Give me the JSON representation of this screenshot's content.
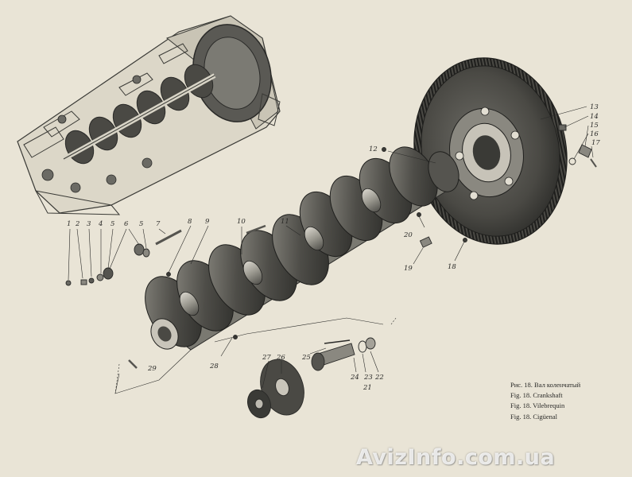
{
  "captions": {
    "ru": "Рис. 18. Вал коленчатый",
    "en": "Fig. 18. Crankshaft",
    "fr": "Fig. 18. Vilebrequin",
    "es": "Fig. 18. Cigüenal"
  },
  "watermark": "AvizInfo.com.ua",
  "part_labels": {
    "p1": "1",
    "p2": "2",
    "p3": "3",
    "p4": "4",
    "p5": "5",
    "p5b": "5",
    "p6": "6",
    "p7": "7",
    "p8": "8",
    "p9": "9",
    "p10": "10",
    "p11": "11",
    "p12": "12",
    "p13": "13",
    "p14": "14",
    "p15": "15",
    "p16": "16",
    "p17": "17",
    "p18": "18",
    "p19": "19",
    "p20": "20",
    "p21": "21",
    "p22": "22",
    "p23": "23",
    "p24": "24",
    "p25": "25",
    "p26": "26",
    "p27": "27",
    "p28": "28",
    "p29": "29"
  },
  "colors": {
    "paper": "#e9e4d6",
    "ink": "#2a2a28",
    "dark_metal": "#3a3a36",
    "mid_metal": "#6b6a64",
    "light_metal": "#bdbab0"
  }
}
